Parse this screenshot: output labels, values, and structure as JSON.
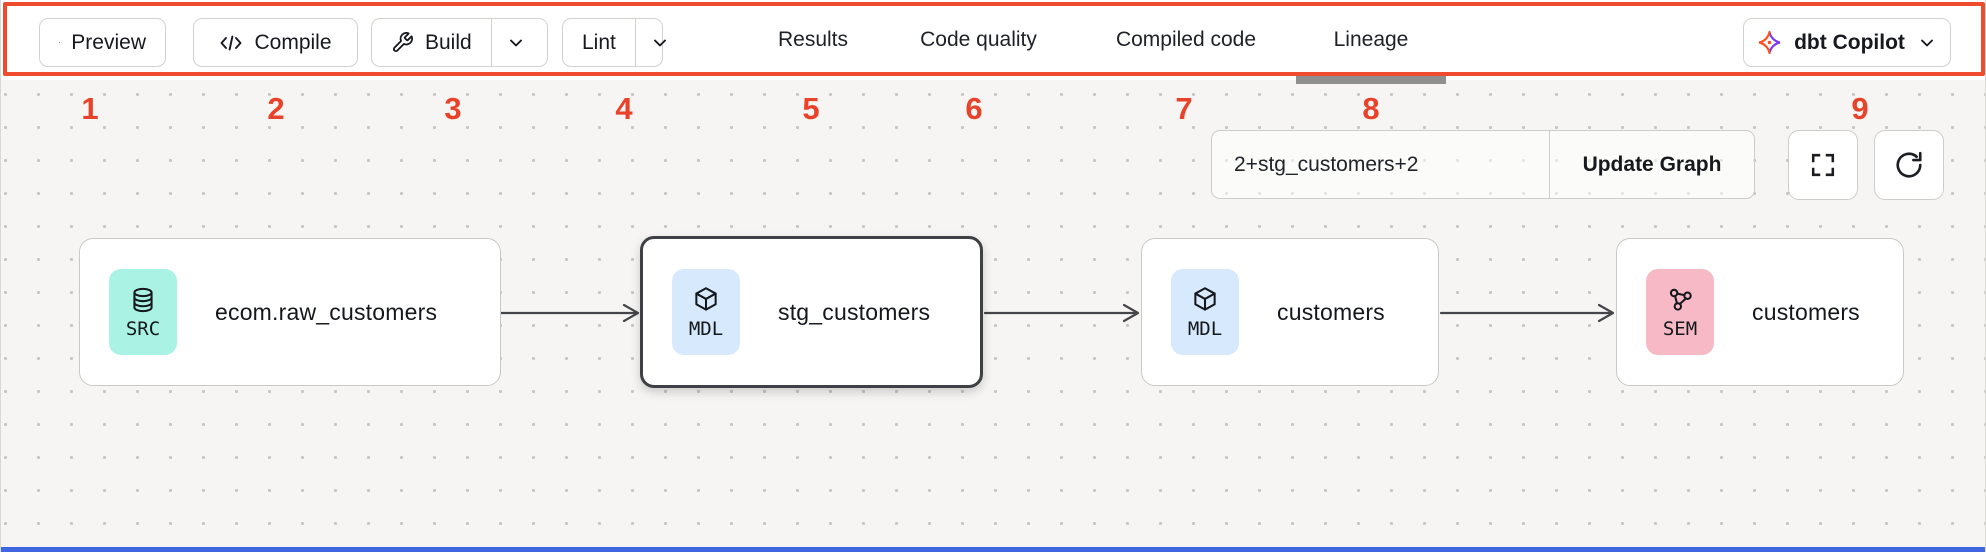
{
  "colors": {
    "accent_red": "#e8432a",
    "highlight_border": "#ee4c2c",
    "canvas_bg": "#f6f5f3",
    "badge_src": "#a9f2e4",
    "badge_mdl": "#d7e9fc",
    "badge_sem": "#f7b9c6",
    "bottom_edge_blue": "#3f66e0",
    "dbt_logo_orange": "#ff4f1f",
    "dbt_logo_purple": "#7c3aed"
  },
  "toolbar": {
    "preview_label": "Preview",
    "compile_label": "Compile",
    "build_label": "Build",
    "lint_label": "Lint",
    "tabs": [
      {
        "label": "Results",
        "active": false
      },
      {
        "label": "Code quality",
        "active": false
      },
      {
        "label": "Compiled code",
        "active": false
      },
      {
        "label": "Lineage",
        "active": true
      }
    ],
    "copilot_label": "dbt Copilot"
  },
  "annotations": [
    "1",
    "2",
    "3",
    "4",
    "5",
    "6",
    "7",
    "8",
    "9"
  ],
  "lineage": {
    "filter_input": "2+stg_customers+2",
    "update_button": "Update Graph",
    "nodes": [
      {
        "badge": "SRC",
        "label": "ecom.raw_customers",
        "type": "source",
        "selected": false
      },
      {
        "badge": "MDL",
        "label": "stg_customers",
        "type": "model",
        "selected": true
      },
      {
        "badge": "MDL",
        "label": "customers",
        "type": "model",
        "selected": false
      },
      {
        "badge": "SEM",
        "label": "customers",
        "type": "semantic",
        "selected": false
      }
    ],
    "edges": [
      {
        "from": "ecom.raw_customers",
        "to": "stg_customers"
      },
      {
        "from": "stg_customers",
        "to": "customers (MDL)"
      },
      {
        "from": "customers (MDL)",
        "to": "customers (SEM)"
      }
    ]
  }
}
